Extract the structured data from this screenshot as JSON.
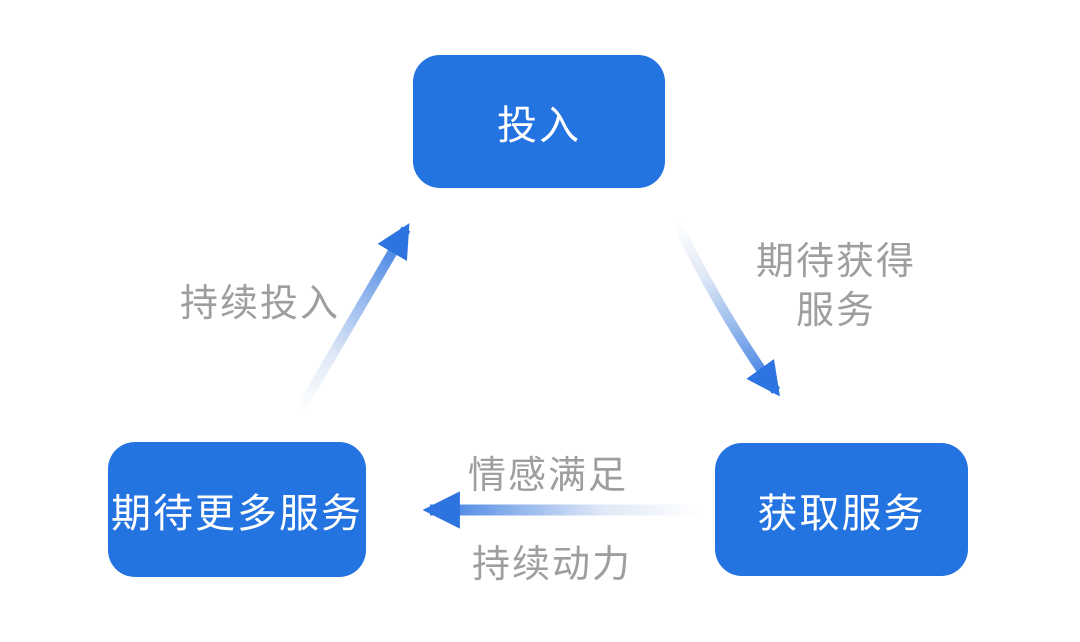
{
  "diagram": {
    "title": "service-investment-cycle",
    "nodes": [
      {
        "id": "invest",
        "label": "投入"
      },
      {
        "id": "get-service",
        "label": "获取服务"
      },
      {
        "id": "expect-more-service",
        "label": "期待更多服务"
      }
    ],
    "edges": [
      {
        "from": "invest",
        "to": "get-service",
        "label": "期待获得\n服务"
      },
      {
        "from": "get-service",
        "to": "expect-more-service",
        "label_top": "情感满足",
        "label_bottom": "持续动力"
      },
      {
        "from": "expect-more-service",
        "to": "invest",
        "label": "持续投入"
      }
    ]
  },
  "colors": {
    "node_blue": "#2373e1",
    "node_text": "#ffffff",
    "label_gray": "#9e9e9e",
    "arrow_dark": "#2e74e0",
    "arrow_light": "#dce6f5",
    "background": "#ffffff"
  }
}
